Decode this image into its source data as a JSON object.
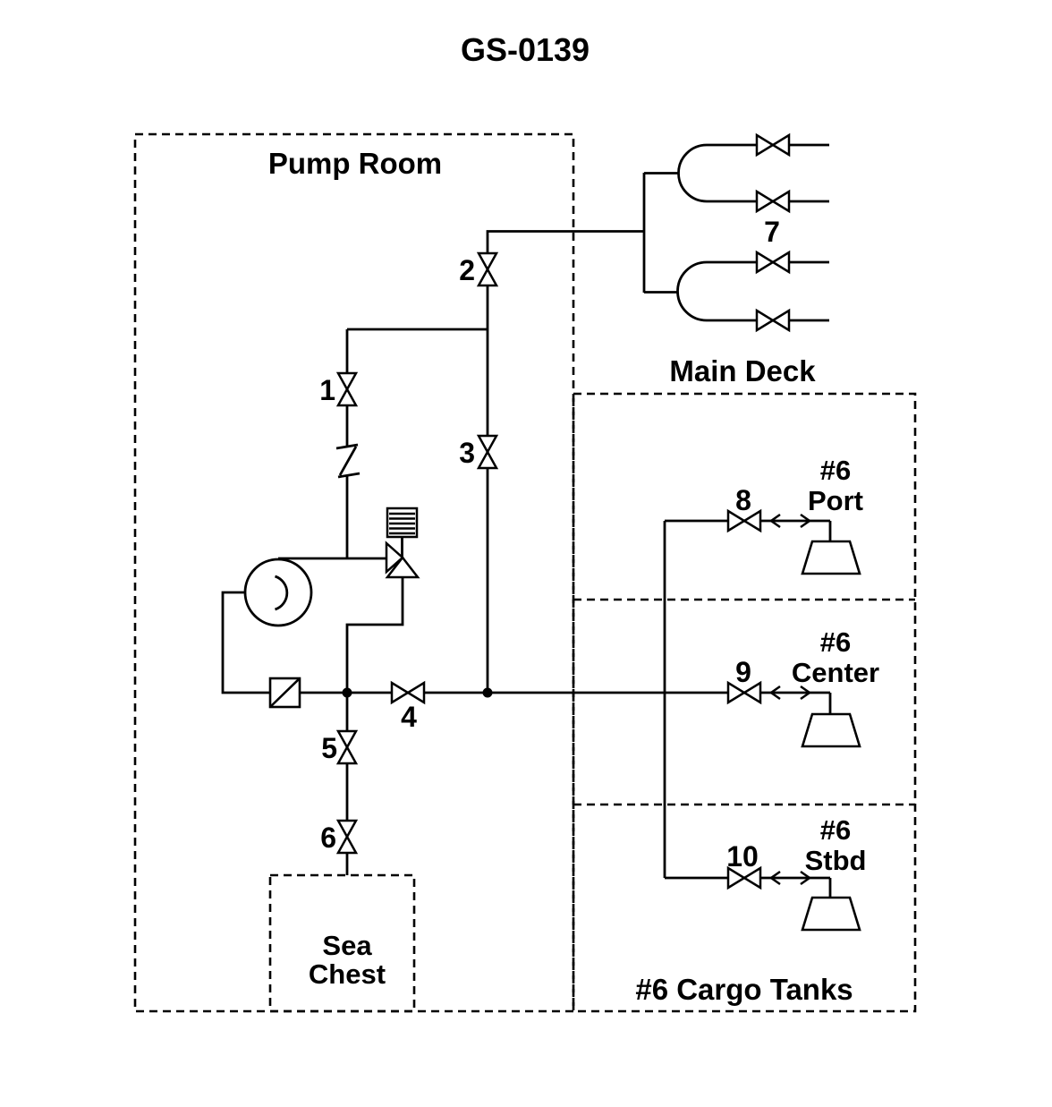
{
  "title": "GS-0139",
  "colors": {
    "ink": "#000000",
    "background": "#ffffff"
  },
  "regions": {
    "pump_room": {
      "label": "Pump Room"
    },
    "main_deck": {
      "label": "Main Deck"
    },
    "cargo_tanks": {
      "label": "#6 Cargo Tanks"
    },
    "sea_chest": {
      "label_line1": "Sea",
      "label_line2": "Chest"
    }
  },
  "tanks": {
    "port": {
      "line1": "#6",
      "line2": "Port"
    },
    "center": {
      "line1": "#6",
      "line2": "Center"
    },
    "stbd": {
      "line1": "#6",
      "line2": "Stbd"
    }
  },
  "valves": {
    "v1": "1",
    "v2": "2",
    "v3": "3",
    "v4": "4",
    "v5": "5",
    "v6": "6",
    "v7": "7",
    "v8": "8",
    "v9": "9",
    "v10": "10"
  }
}
